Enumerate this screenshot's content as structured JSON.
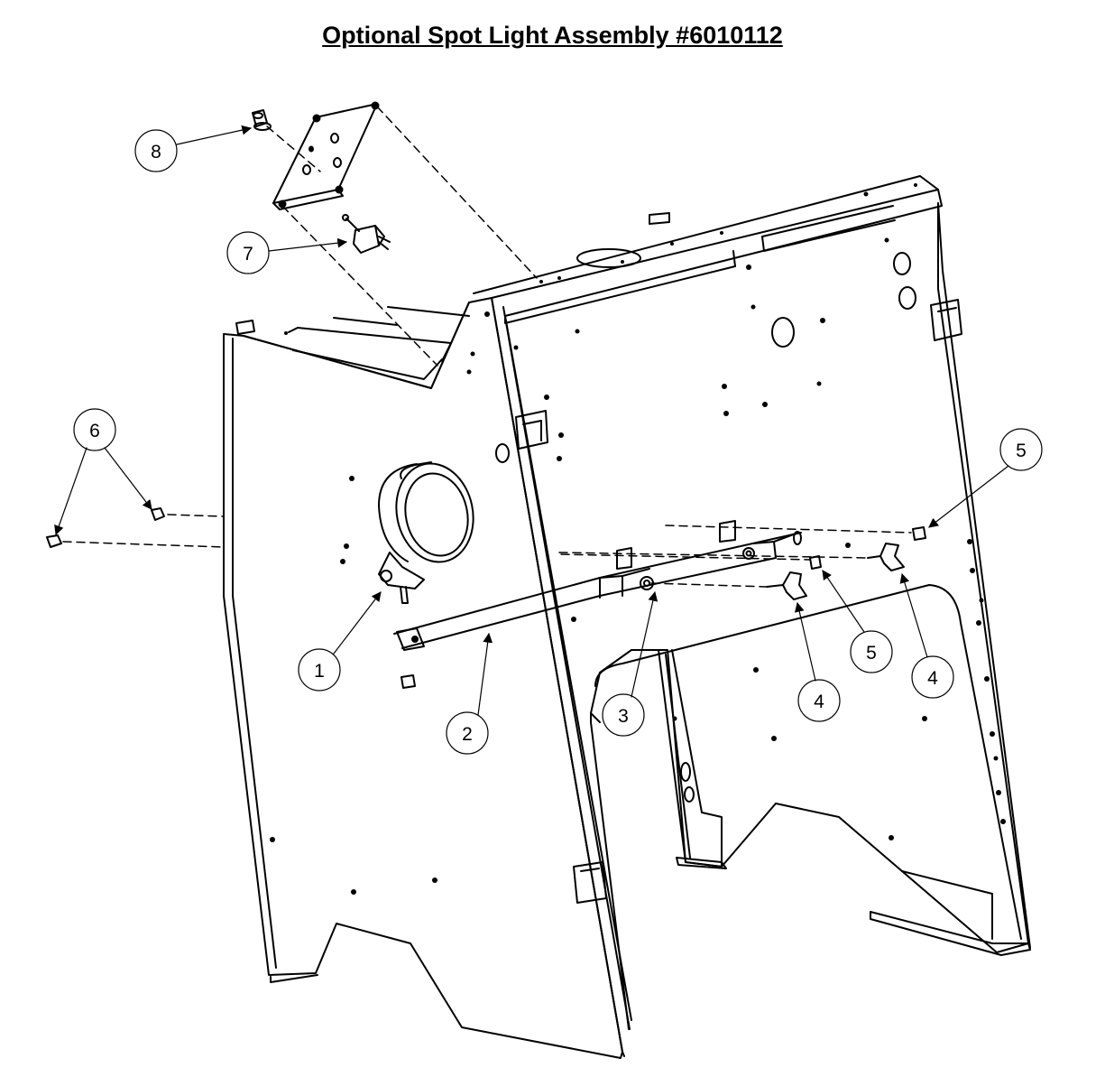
{
  "title": "Optional Spot Light Assembly #6010112",
  "callouts": [
    {
      "label": "1"
    },
    {
      "label": "2"
    },
    {
      "label": "3"
    },
    {
      "label": "4"
    },
    {
      "label": "4"
    },
    {
      "label": "5"
    },
    {
      "label": "5"
    },
    {
      "label": "6"
    },
    {
      "label": "7"
    },
    {
      "label": "8"
    }
  ]
}
